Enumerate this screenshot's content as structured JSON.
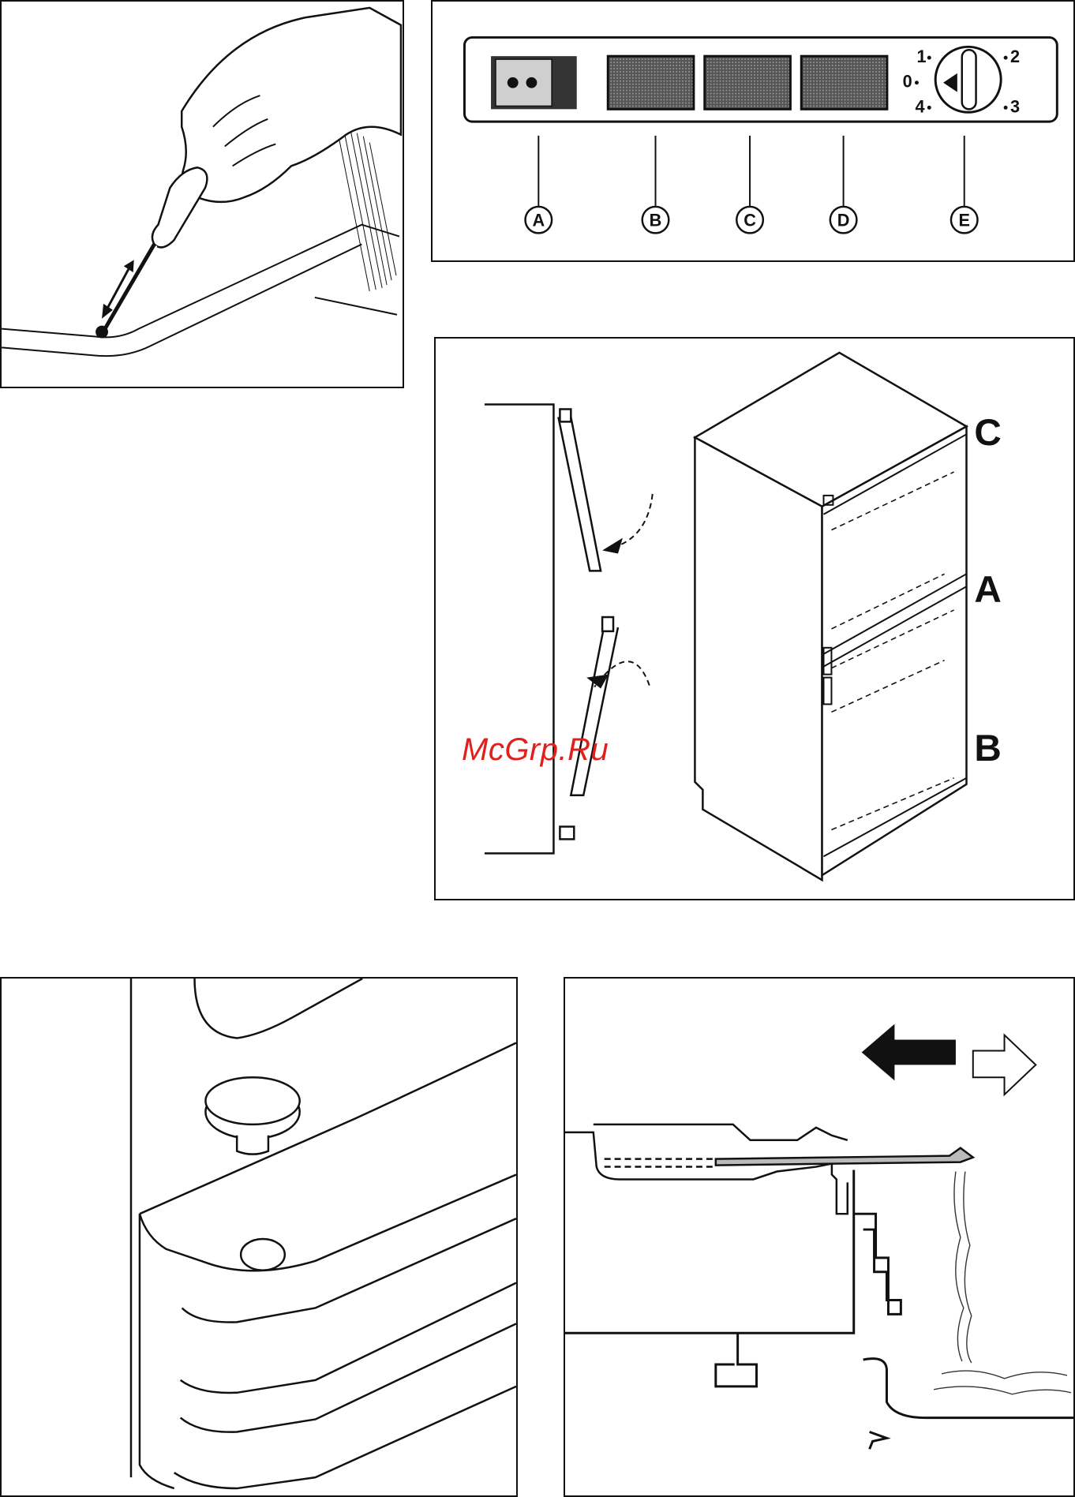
{
  "panels": {
    "control_panel": {
      "callouts": [
        "A",
        "B",
        "C",
        "D",
        "E"
      ],
      "dial_marks": [
        "1",
        "2",
        "0",
        "4",
        "3"
      ]
    },
    "door_reversal": {
      "labels": [
        "C",
        "A",
        "B"
      ]
    }
  },
  "watermark": "McGrp.Ru"
}
